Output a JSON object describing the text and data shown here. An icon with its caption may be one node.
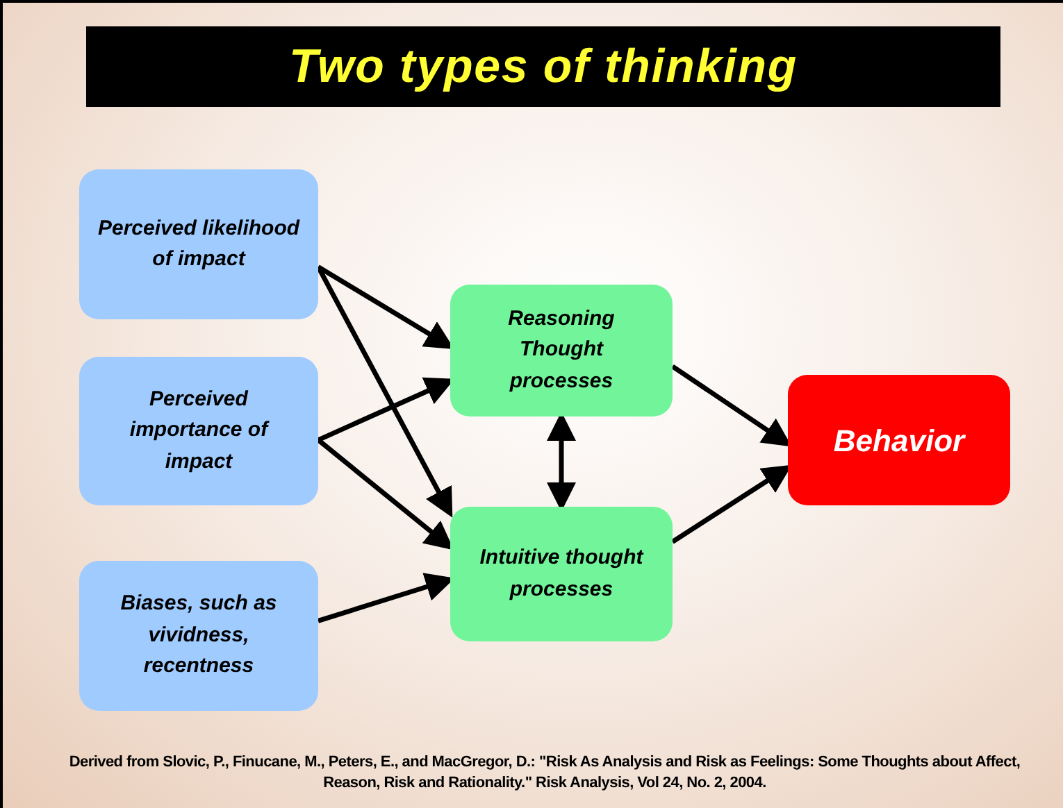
{
  "diagram": {
    "title": "Two types of thinking",
    "nodes": [
      {
        "text": [
          "Perceived likelihood of impact"
        ]
      },
      {
        "text": [
          "Perceived importance of impact"
        ]
      },
      {
        "text": [
          "Biases, such as vividness, recentness"
        ]
      },
      {
        "text": [
          "Reasoning Thought processes"
        ]
      },
      {
        "text": [
          "Intuitive thought processes"
        ]
      },
      {
        "text": [
          "Behavior"
        ]
      }
    ],
    "edges": [
      {
        "from": 0,
        "to": 3,
        "arrow": "to"
      },
      {
        "from": 0,
        "to": 4,
        "arrow": "to"
      },
      {
        "from": 1,
        "to": 3,
        "arrow": "to"
      },
      {
        "from": 1,
        "to": 4,
        "arrow": "to"
      },
      {
        "from": 2,
        "to": 4,
        "arrow": "to"
      },
      {
        "from": 3,
        "to": 4,
        "arrow": "both"
      },
      {
        "from": 3,
        "to": 5,
        "arrow": "to"
      },
      {
        "from": 4,
        "to": 5,
        "arrow": "to"
      }
    ],
    "caption": "Derived from Slovic, P., Finucane, M., Peters, E., and MacGregor, D.: \"Risk As Analysis and Risk as Feelings: Some Thoughts about Affect, Reason, Risk and Rationality.\" Risk Analysis, Vol 24, No. 2, 2004."
  }
}
